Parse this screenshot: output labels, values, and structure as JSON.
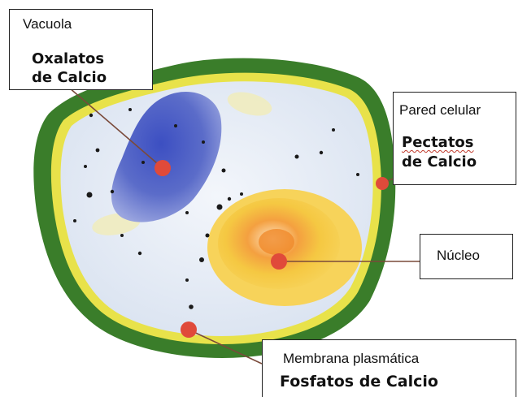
{
  "labels": {
    "vacuola": {
      "title": "Vacuola",
      "line1": "Oxalatos",
      "line2": "de Calcio"
    },
    "pared": {
      "title": "Pared celular",
      "line1": "Pectatos",
      "line2": "de Calcio"
    },
    "nucleo": {
      "title": "Núcleo"
    },
    "membrana": {
      "title": "Membrana plasmática",
      "line1": "Fosfatos de Calcio"
    }
  },
  "colors": {
    "cell_wall": "#3a7d2a",
    "membrane": "#e8e24a",
    "cytoplasm": "#dde6f2",
    "vacuole": "#5b6cc9",
    "nucleus_outer": "#f5c842",
    "nucleus_inner": "#f08a2a",
    "pointer_dot": "#e04a3a"
  }
}
